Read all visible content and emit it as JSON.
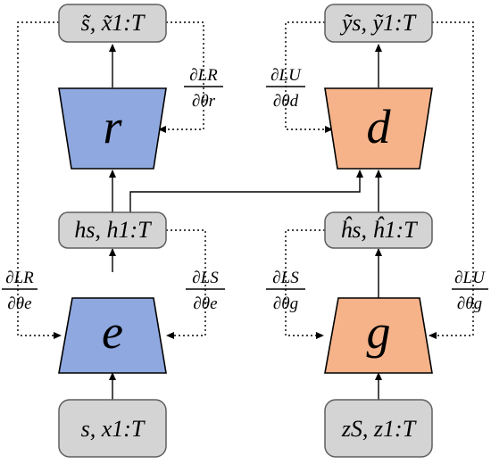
{
  "modules": {
    "r": "r",
    "e": "e",
    "d": "d",
    "g": "g"
  },
  "labels": {
    "recon_output": "s̃, x̃1:T",
    "disc_output": "ỹs, ỹ1:T",
    "latent_real": "hs, h1:T",
    "latent_gen": "ĥs, ĥ1:T",
    "real_input": "s, x1:T",
    "noise_input": "zS, z1:T"
  },
  "gradients": {
    "dLR_dtheta_r": {
      "num": "∂LR",
      "den": "∂θr"
    },
    "dLU_dtheta_d": {
      "num": "∂LU",
      "den": "∂θd"
    },
    "dLR_dtheta_e": {
      "num": "∂LR",
      "den": "∂θe"
    },
    "dLS_dtheta_e": {
      "num": "∂LS",
      "den": "∂θe"
    },
    "dLS_dtheta_g": {
      "num": "∂LS",
      "den": "∂θg"
    },
    "dLU_dtheta_g": {
      "num": "∂LU",
      "den": "∂θg"
    }
  },
  "colors": {
    "embedder_recovery": "#8fa8e0",
    "generator_discriminator": "#f6b38a",
    "node_fill": "#d4d4d4"
  }
}
